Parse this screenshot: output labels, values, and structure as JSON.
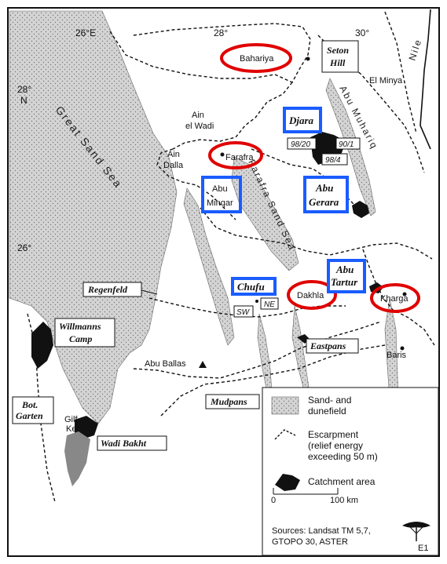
{
  "map": {
    "coordinates": {
      "lon_26": "26°E",
      "lon_28": "28°",
      "lon_30": "30°",
      "lat_28": "28°",
      "lat_28_dir": "N",
      "lat_26": "26°"
    },
    "regions": {
      "great_sand_sea": "Great Sand Sea",
      "farafra_sand_sea": "Farafra Sand Sea",
      "abu_muhariq": "Abu Muhariq",
      "nile": "Nile"
    },
    "places": {
      "bahariya": "Bahariya",
      "farafra": "Farafra",
      "ain_el_wadi_1": "Ain",
      "ain_el_wadi_2": "el Wadi",
      "ain_dalla_1": "Ain",
      "ain_dalla_2": "Dalla",
      "abu_minqar_1": "Abu",
      "abu_minqar_2": "Minqar",
      "el_minya": "El Minya",
      "dakhla": "Dakhla",
      "kharga": "Kharga",
      "baris": "Baris",
      "abu_ballas": "Abu Ballas",
      "gilf_kebir_1": "Gilf",
      "gilf_kebir_2": "Kebir"
    },
    "sites": {
      "seton_hill_1": "Seton",
      "seton_hill_2": "Hill",
      "djara": "Djara",
      "abu_gerara_1": "Abu",
      "abu_gerara_2": "Gerara",
      "abu_tartur_1": "Abu",
      "abu_tartur_2": "Tartur",
      "chufu": "Chufu",
      "regenfeld": "Regenfeld",
      "willmanns_1": "Willmanns",
      "willmanns_2": "Camp",
      "eastpans": "Eastpans",
      "mudpans": "Mudpans",
      "bot_garten_1": "Bot.",
      "bot_garten_2": "Garten",
      "wadi_bakht": "Wadi Bakht"
    },
    "codes": {
      "c98_20": "98/20",
      "c90_1": "90/1",
      "c98_4": "98/4",
      "ne": "NE",
      "sw": "SW"
    },
    "highlight_colors": {
      "blue": "#1a5cff",
      "red": "#e00000"
    }
  },
  "legend": {
    "sand_1": "Sand- and",
    "sand_2": "dunefield",
    "esc_1": "Escarpment",
    "esc_2": "(relief energy",
    "esc_3": "exceeding 50 m)",
    "catchment": "Catchment area",
    "scale_0": "0",
    "scale_100": "100 km",
    "src_1": "Sources: Landsat TM 5,7,",
    "src_2": "GTOPO 30, ASTER",
    "logo_code": "E1"
  }
}
